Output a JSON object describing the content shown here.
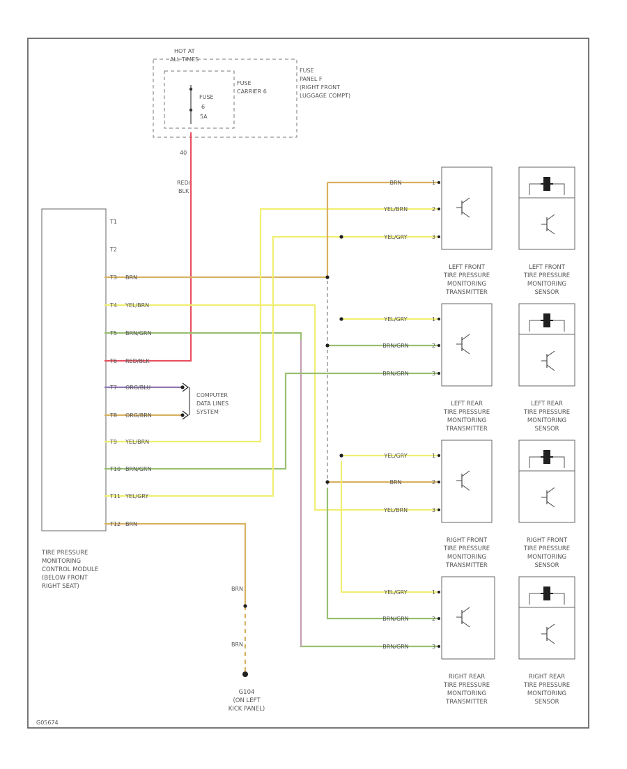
{
  "fuse_panel": {
    "hot_lines": [
      "HOT AT",
      "ALL TIMES"
    ],
    "carrier_lines": [
      "FUSE",
      "CARRIER 6"
    ],
    "fuse_lines": [
      "FUSE",
      "6",
      "5A"
    ],
    "panel_lines": [
      "FUSE",
      "PANEL F",
      "(RIGHT FRONT",
      "LUGGAGE COMPT)"
    ]
  },
  "feed": {
    "pin": "40",
    "wire_lines": [
      "RED/",
      "BLK"
    ]
  },
  "module": {
    "name_lines": [
      "TIRE PRESSURE",
      "MONITORING",
      "CONTROL MODULE",
      "(BELOW FRONT",
      "RIGHT SEAT)"
    ],
    "pins": [
      {
        "pin": "T1",
        "wire": ""
      },
      {
        "pin": "T2",
        "wire": ""
      },
      {
        "pin": "T3",
        "wire": "BRN"
      },
      {
        "pin": "T4",
        "wire": "YEL/BRN"
      },
      {
        "pin": "T5",
        "wire": "BRN/GRN"
      },
      {
        "pin": "T6",
        "wire": "RED/BLK"
      },
      {
        "pin": "T7",
        "wire": "ORG/BLU"
      },
      {
        "pin": "T8",
        "wire": "ORG/BRN"
      },
      {
        "pin": "T9",
        "wire": "YEL/BRN"
      },
      {
        "pin": "T10",
        "wire": "BRN/GRN"
      },
      {
        "pin": "T11",
        "wire": "YEL/GRY"
      },
      {
        "pin": "T12",
        "wire": "BRN"
      }
    ]
  },
  "data_lines": [
    "COMPUTER",
    "DATA LINES",
    "SYSTEM"
  ],
  "transmitters": [
    {
      "label_lines": [
        "LEFT FRONT",
        "TIRE PRESSURE",
        "MONITORING",
        "TRANSMITTER"
      ],
      "wires": [
        {
          "wire": "BRN",
          "pin": "1"
        },
        {
          "wire": "YEL/BRN",
          "pin": "2"
        },
        {
          "wire": "YEL/GRY",
          "pin": "3"
        }
      ]
    },
    {
      "label_lines": [
        "LEFT REAR",
        "TIRE PRESSURE",
        "MONITORING",
        "TRANSMITTER"
      ],
      "wires": [
        {
          "wire": "YEL/GRY",
          "pin": "1"
        },
        {
          "wire": "BRN/GRN",
          "pin": "2"
        },
        {
          "wire": "BRN/GRN",
          "pin": "3"
        }
      ]
    },
    {
      "label_lines": [
        "RIGHT FRONT",
        "TIRE PRESSURE",
        "MONITORING",
        "TRANSMITTER"
      ],
      "wires": [
        {
          "wire": "YEL/GRY",
          "pin": "1"
        },
        {
          "wire": "BRN",
          "pin": "2"
        },
        {
          "wire": "YEL/BRN",
          "pin": "3"
        }
      ]
    },
    {
      "label_lines": [
        "RIGHT REAR",
        "TIRE PRESSURE",
        "MONITORING",
        "TRANSMITTER"
      ],
      "wires": [
        {
          "wire": "YEL/GRY",
          "pin": "1"
        },
        {
          "wire": "BRN/GRN",
          "pin": "2"
        },
        {
          "wire": "BRN/GRN",
          "pin": "3"
        }
      ]
    }
  ],
  "sensors": [
    {
      "label_lines": [
        "LEFT FRONT",
        "TIRE PRESSURE",
        "MONITORING",
        "SENSOR"
      ]
    },
    {
      "label_lines": [
        "LEFT REAR",
        "TIRE PRESSURE",
        "MONITORING",
        "SENSOR"
      ]
    },
    {
      "label_lines": [
        "RIGHT FRONT",
        "TIRE PRESSURE",
        "MONITORING",
        "SENSOR"
      ]
    },
    {
      "label_lines": [
        "RIGHT REAR",
        "TIRE PRESSURE",
        "MONITORING",
        "SENSOR"
      ]
    }
  ],
  "ground": {
    "wire_upper": "BRN",
    "wire_lower": "BRN",
    "label_lines": [
      "G104",
      "(ON LEFT",
      "KICK PANEL)"
    ]
  },
  "footer_code": "G05674",
  "colors": {
    "brn": "#d8b060",
    "yel": "#f0ee70",
    "grn": "#98c070",
    "red": "#e85060",
    "org": "#9077b0",
    "pink": "#c8a0b8",
    "black": "#202020",
    "frame": "#555555",
    "text": "#555555"
  }
}
